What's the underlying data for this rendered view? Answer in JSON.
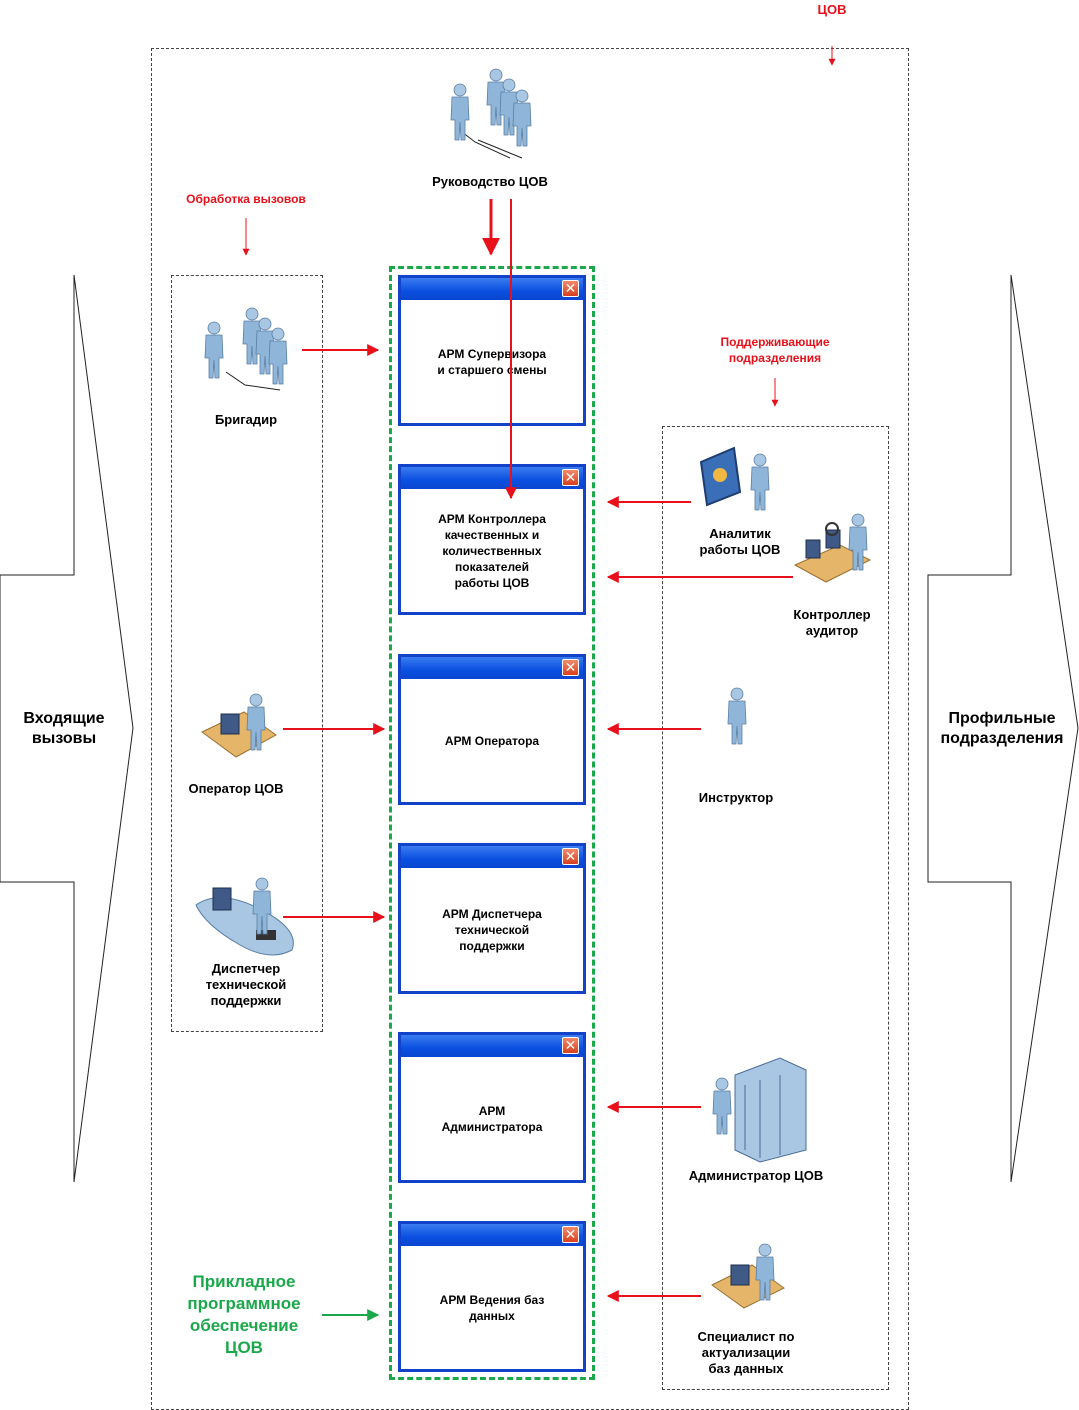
{
  "labels": {
    "cov_top": "ЦОВ",
    "call_processing": "Обработка вызовов",
    "support_units": "Поддерживающие\nподразделения",
    "incoming_calls": "Входящие\nвызовы",
    "profile_units": "Профильные\nподразделения",
    "app_software": "Прикладное\nпрограммное\nобеспечение\nЦОВ"
  },
  "roles": {
    "management": "Руководство ЦОВ",
    "foreman": "Бригадир",
    "operator": "Оператор ЦОВ",
    "tech_dispatcher": "Диспетчер\nтехнической\nподдержки",
    "analyst": "Аналитик\nработы ЦОВ",
    "auditor": "Контроллер\nаудитор",
    "instructor": "Инструктор",
    "admin": "Администратор ЦОВ",
    "db_specialist": "Специалист по\nактуализации\nбаз данных"
  },
  "workstations": [
    {
      "title": "АРМ Супервизора\nи старшего смены",
      "close": "✕"
    },
    {
      "title": "АРМ Контроллера\nкачественных и\nколичественных\nпоказателей\nработы ЦОВ",
      "close": "✕"
    },
    {
      "title": "АРМ Оператора",
      "close": "✕"
    },
    {
      "title": "АРМ Диспетчера\nтехнической\nподдержки",
      "close": "✕"
    },
    {
      "title": "АРМ\nАдминистратора",
      "close": "✕"
    },
    {
      "title": "АРМ Ведения баз\nданных",
      "close": "✕"
    }
  ],
  "icons": {
    "group": "people-group-icon",
    "person": "person-icon",
    "desk": "operator-desk-icon",
    "dispatcher": "dispatcher-desk-icon",
    "presenter": "analyst-presentation-icon",
    "auditor": "auditor-conveyor-icon",
    "server": "admin-server-icon"
  },
  "colors": {
    "arrow_red": "#e8101a",
    "arrow_green": "#1aa84a",
    "window_blue": "#1142c8",
    "person_blue": "#8fb5d8"
  }
}
